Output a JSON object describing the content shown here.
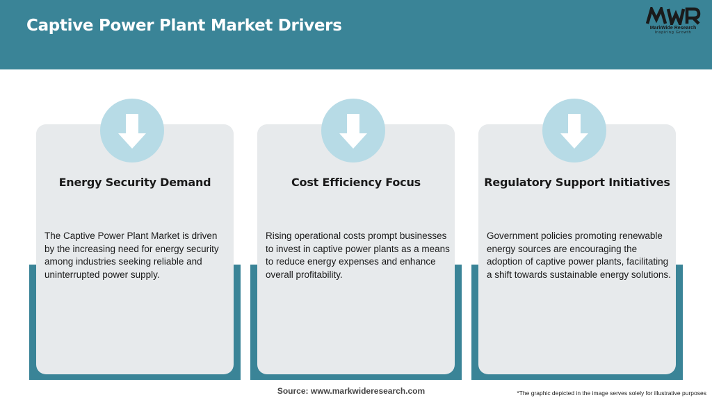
{
  "header": {
    "title": "Captive Power Plant Market Drivers",
    "background_color": "#3a8497"
  },
  "logo": {
    "mark": "MWR",
    "name": "MarkWide Research",
    "tagline": "Inspiring Growth"
  },
  "cards": [
    {
      "icon": "arrow-down-icon",
      "heading": "Energy Security Demand",
      "body": "The Captive Power Plant Market is driven by the increasing need for energy security among industries seeking reliable and uninterrupted power supply."
    },
    {
      "icon": "arrow-down-icon",
      "heading": "Cost Efficiency Focus",
      "body": "Rising operational costs prompt businesses to invest in captive power plants as a means to reduce energy expenses and enhance overall profitability."
    },
    {
      "icon": "arrow-down-icon",
      "heading": "Regulatory Support Initiatives",
      "body": "Government policies promoting renewable energy sources are encouraging the adoption of captive power plants, facilitating a shift towards sustainable energy solutions."
    }
  ],
  "footer": {
    "source": "Source: www.markwideresearch.com",
    "disclaimer": "*The graphic depicted in the image serves solely for illustrative purposes"
  },
  "colors": {
    "accent": "#3a8497",
    "card": "#e7eaec",
    "icon_circle": "#b7dbe6"
  }
}
